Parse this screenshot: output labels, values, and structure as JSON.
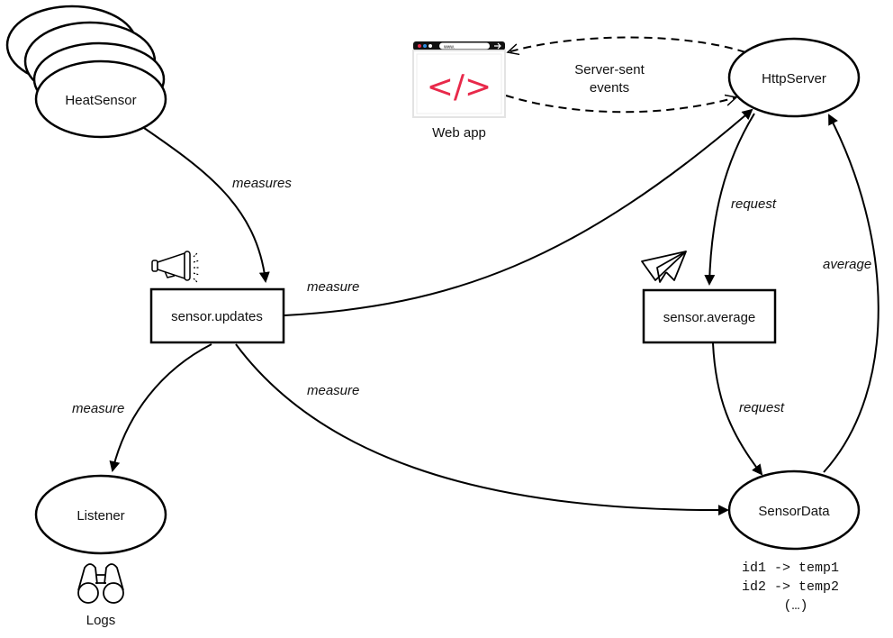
{
  "nodes": {
    "heat_sensor": {
      "label": "HeatSensor",
      "shape": "stacked-ellipse"
    },
    "http_server": {
      "label": "HttpServer",
      "shape": "ellipse"
    },
    "listener": {
      "label": "Listener",
      "shape": "ellipse"
    },
    "sensor_data": {
      "label": "SensorData",
      "shape": "ellipse"
    },
    "sensor_updates": {
      "label": "sensor.updates",
      "shape": "rectangle",
      "icon": "megaphone-icon"
    },
    "sensor_average": {
      "label": "sensor.average",
      "shape": "rectangle",
      "icon": "paper-plane-icon"
    },
    "web_app": {
      "label": "Web app",
      "icon": "browser-code-icon",
      "browser_url": "www.",
      "code_glyph": "</>"
    },
    "logs": {
      "label": "Logs",
      "icon": "binoculars-icon"
    }
  },
  "edges": [
    {
      "from": "HeatSensor",
      "to": "sensor.updates",
      "label": "measures",
      "style": "solid"
    },
    {
      "from": "sensor.updates",
      "to": "HttpServer",
      "label": "measure",
      "style": "solid"
    },
    {
      "from": "sensor.updates",
      "to": "Listener",
      "label": "measure",
      "style": "solid"
    },
    {
      "from": "sensor.updates",
      "to": "SensorData",
      "label": "measure",
      "style": "solid"
    },
    {
      "from": "HttpServer",
      "to": "sensor.average",
      "label": "request",
      "style": "solid"
    },
    {
      "from": "sensor.average",
      "to": "SensorData",
      "label": "request",
      "style": "solid"
    },
    {
      "from": "SensorData",
      "to": "HttpServer",
      "label": "average",
      "style": "solid"
    },
    {
      "from": "HttpServer",
      "to": "Web app",
      "label": "",
      "style": "dashed"
    },
    {
      "from": "Web app",
      "to": "HttpServer",
      "label": "",
      "style": "dashed"
    }
  ],
  "sse_label": [
    "Server-sent",
    "events"
  ],
  "sensor_data_table": [
    "id1 -> temp1",
    "id2 -> temp2",
    "(…)"
  ],
  "colors": {
    "code_accent": "#e8294a",
    "stroke": "#000000"
  }
}
